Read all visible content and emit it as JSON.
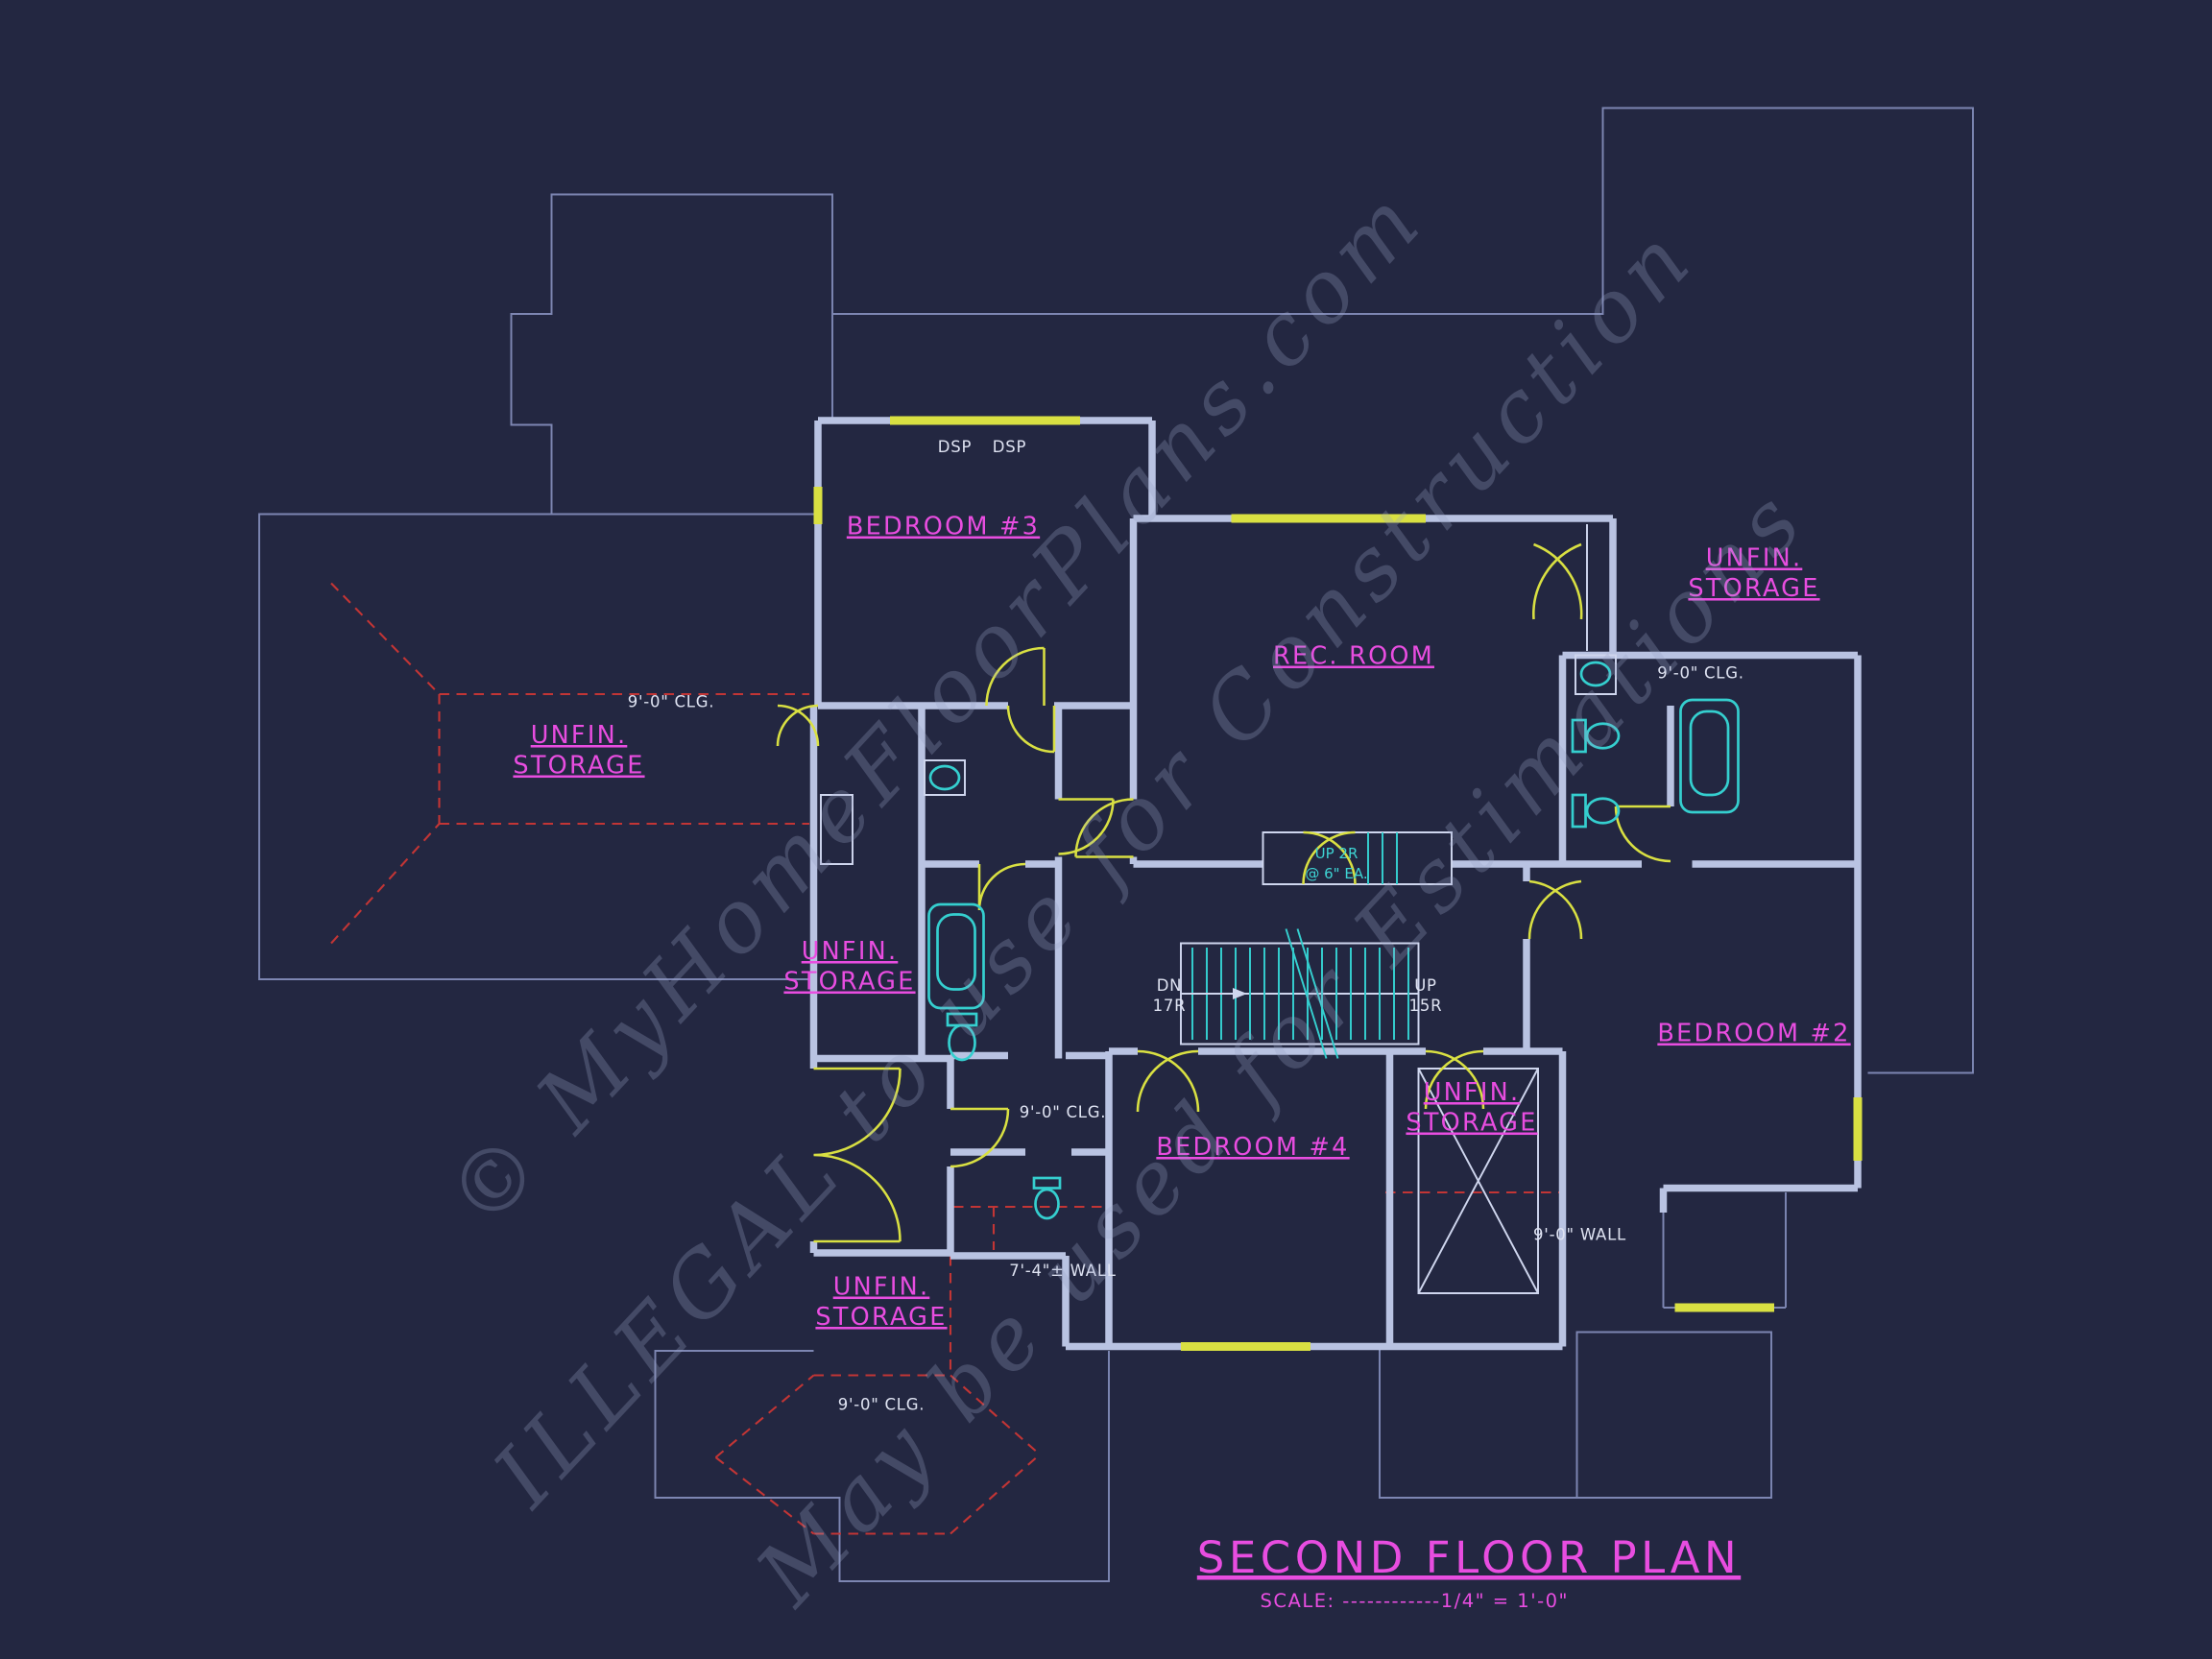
{
  "colors": {
    "background": "#232741",
    "magenta": "#e84de0",
    "cyan": "#35cfcf",
    "yellow": "#d9e042",
    "wall": "#b9c3e2",
    "outline": "#7d86b2",
    "red_dashed": "#c23535",
    "white_text": "#dfe3f2"
  },
  "labels": {
    "bedroom3": "BEDROOM #3",
    "rec_room": "REC. ROOM",
    "bedroom2": "BEDROOM #2",
    "bedroom4": "BEDROOM #4",
    "unfin": "UNFIN.",
    "storage": "STORAGE"
  },
  "annot": {
    "clg9": "9'-0\" CLG.",
    "wall9": "9'-0\" WALL",
    "wall74": "7'-4\"± WALL",
    "dsp": "DSP",
    "dn": "DN",
    "r17": "17R",
    "up": "UP",
    "r15": "15R",
    "up2r": "UP 2R",
    "ea6": "@ 6\" EA."
  },
  "title": {
    "text": "SECOND FLOOR PLAN",
    "scale": "SCALE: ------------1/4\" = 1'-0\""
  },
  "watermark": {
    "line1": "© MyHomeFloorPlans.com",
    "line2": "ILLEGAL to use for Construction",
    "line3": "May be used for Estimations"
  }
}
